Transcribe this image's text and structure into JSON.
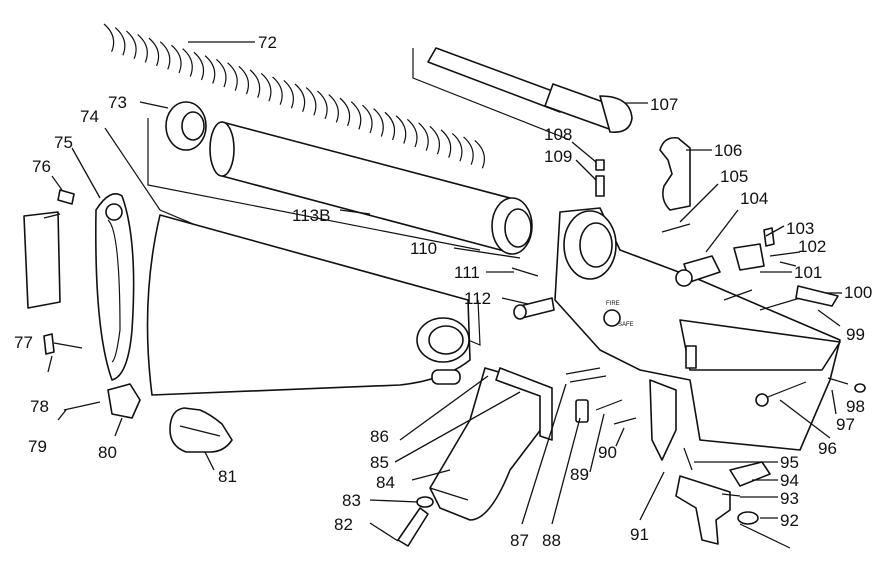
{
  "callouts": [
    {
      "id": "c72",
      "text": "72"
    },
    {
      "id": "c73",
      "text": "73"
    },
    {
      "id": "c74",
      "text": "74"
    },
    {
      "id": "c75",
      "text": "75"
    },
    {
      "id": "c76",
      "text": "76"
    },
    {
      "id": "c77",
      "text": "77"
    },
    {
      "id": "c78",
      "text": "78"
    },
    {
      "id": "c79",
      "text": "79"
    },
    {
      "id": "c80",
      "text": "80"
    },
    {
      "id": "c81",
      "text": "81"
    },
    {
      "id": "c82",
      "text": "82"
    },
    {
      "id": "c83",
      "text": "83"
    },
    {
      "id": "c84",
      "text": "84"
    },
    {
      "id": "c85",
      "text": "85"
    },
    {
      "id": "c86",
      "text": "86"
    },
    {
      "id": "c87",
      "text": "87"
    },
    {
      "id": "c88",
      "text": "88"
    },
    {
      "id": "c89",
      "text": "89"
    },
    {
      "id": "c90",
      "text": "90"
    },
    {
      "id": "c91",
      "text": "91"
    },
    {
      "id": "c92",
      "text": "92"
    },
    {
      "id": "c93",
      "text": "93"
    },
    {
      "id": "c94",
      "text": "94"
    },
    {
      "id": "c95",
      "text": "95"
    },
    {
      "id": "c96",
      "text": "96"
    },
    {
      "id": "c97",
      "text": "97"
    },
    {
      "id": "c98",
      "text": "98"
    },
    {
      "id": "c99",
      "text": "99"
    },
    {
      "id": "c100",
      "text": "100"
    },
    {
      "id": "c101",
      "text": "101"
    },
    {
      "id": "c102",
      "text": "102"
    },
    {
      "id": "c103",
      "text": "103"
    },
    {
      "id": "c104",
      "text": "104"
    },
    {
      "id": "c105",
      "text": "105"
    },
    {
      "id": "c106",
      "text": "106"
    },
    {
      "id": "c107",
      "text": "107"
    },
    {
      "id": "c108",
      "text": "108"
    },
    {
      "id": "c109",
      "text": "109"
    },
    {
      "id": "c110",
      "text": "110"
    },
    {
      "id": "c111",
      "text": "111"
    },
    {
      "id": "c112",
      "text": "112"
    },
    {
      "id": "c113b",
      "text": "113B"
    }
  ],
  "receiver_marks": {
    "fire": "FIRE",
    "safe": "SAFE"
  }
}
